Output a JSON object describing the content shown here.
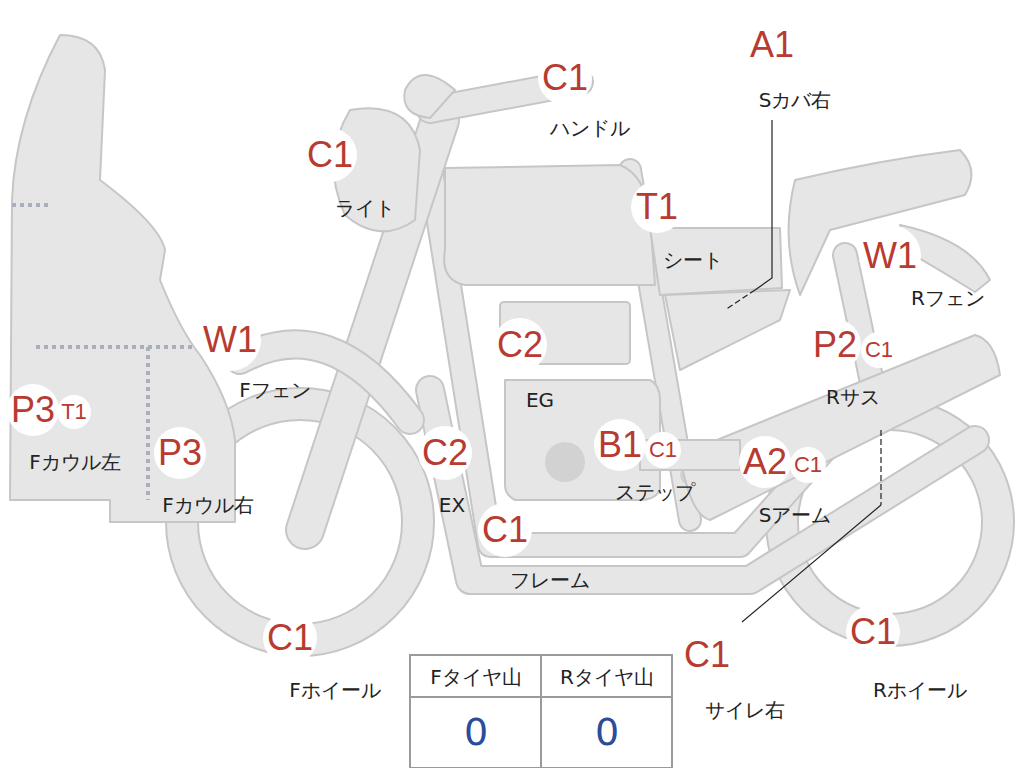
{
  "diagram": {
    "nodes": [
      {
        "text": [
          "A1",
          "Sカバ右"
        ]
      },
      {
        "text": [
          "C1",
          "ハンドル"
        ]
      },
      {
        "text": [
          "C1",
          "ライト"
        ]
      },
      {
        "text": [
          "T1",
          "シート"
        ]
      },
      {
        "text": [
          "W1",
          "Rフェン"
        ]
      },
      {
        "text": [
          "W1",
          "Fフェン"
        ]
      },
      {
        "text": [
          "C2",
          "EG"
        ]
      },
      {
        "text": [
          "P2",
          "Rサス"
        ]
      },
      {
        "text": [
          "C1"
        ]
      },
      {
        "text": [
          "P3",
          "Fカウル左"
        ]
      },
      {
        "text": [
          "T1"
        ]
      },
      {
        "text": [
          "B1",
          "ステップ"
        ]
      },
      {
        "text": [
          "C1"
        ]
      },
      {
        "text": [
          "C2",
          "EX"
        ]
      },
      {
        "text": [
          "P3",
          "Fカウル右"
        ]
      },
      {
        "text": [
          "A2",
          "Sアーム"
        ]
      },
      {
        "text": [
          "C1"
        ]
      },
      {
        "text": [
          "C1",
          "フレーム"
        ]
      },
      {
        "text": [
          "C1",
          "Rホイール"
        ]
      },
      {
        "text": [
          "C1",
          "Fホイール"
        ]
      },
      {
        "text": [
          "C1",
          "サイレ右"
        ]
      }
    ],
    "labels": [
      "Fタイヤ山",
      "Rタイヤ山",
      "0",
      "0"
    ]
  }
}
